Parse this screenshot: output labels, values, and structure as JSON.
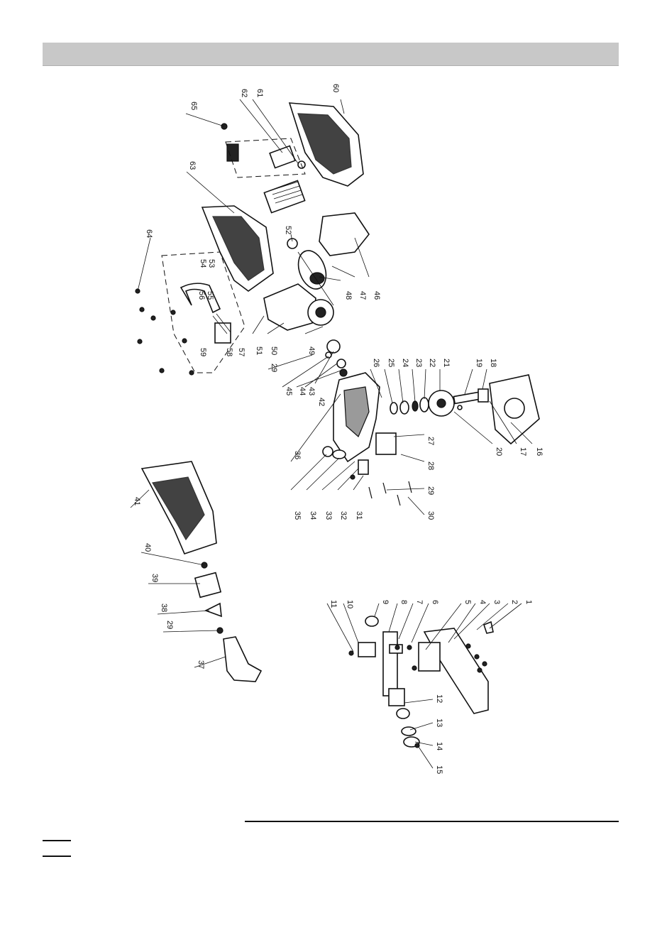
{
  "header": {
    "title": ""
  },
  "callouts": [
    {
      "id": "c1",
      "label": "1"
    },
    {
      "id": "c2",
      "label": "2"
    },
    {
      "id": "c3",
      "label": "3"
    },
    {
      "id": "c4",
      "label": "4"
    },
    {
      "id": "c5",
      "label": "5"
    },
    {
      "id": "c6",
      "label": "6"
    },
    {
      "id": "c7",
      "label": "7"
    },
    {
      "id": "c8",
      "label": "8"
    },
    {
      "id": "c9",
      "label": "9"
    },
    {
      "id": "c10",
      "label": "10"
    },
    {
      "id": "c11",
      "label": "11"
    },
    {
      "id": "c12",
      "label": "12"
    },
    {
      "id": "c13",
      "label": "13"
    },
    {
      "id": "c14",
      "label": "14"
    },
    {
      "id": "c15",
      "label": "15"
    },
    {
      "id": "c16",
      "label": "16"
    },
    {
      "id": "c17",
      "label": "17"
    },
    {
      "id": "c18",
      "label": "18"
    },
    {
      "id": "c19",
      "label": "19"
    },
    {
      "id": "c20",
      "label": "20"
    },
    {
      "id": "c21",
      "label": "21"
    },
    {
      "id": "c22",
      "label": "22"
    },
    {
      "id": "c23",
      "label": "23"
    },
    {
      "id": "c24",
      "label": "24"
    },
    {
      "id": "c25",
      "label": "25"
    },
    {
      "id": "c26",
      "label": "26"
    },
    {
      "id": "c27",
      "label": "27"
    },
    {
      "id": "c28",
      "label": "28"
    },
    {
      "id": "c29a",
      "label": "29"
    },
    {
      "id": "c29b",
      "label": "29"
    },
    {
      "id": "c29c",
      "label": "29"
    },
    {
      "id": "c29d",
      "label": "29"
    },
    {
      "id": "c30",
      "label": "30"
    },
    {
      "id": "c31",
      "label": "31"
    },
    {
      "id": "c32",
      "label": "32"
    },
    {
      "id": "c33",
      "label": "33"
    },
    {
      "id": "c34",
      "label": "34"
    },
    {
      "id": "c35",
      "label": "35"
    },
    {
      "id": "c36",
      "label": "36"
    },
    {
      "id": "c37",
      "label": "37"
    },
    {
      "id": "c38",
      "label": "38"
    },
    {
      "id": "c39",
      "label": "39"
    },
    {
      "id": "c40",
      "label": "40"
    },
    {
      "id": "c41",
      "label": "41"
    },
    {
      "id": "c42",
      "label": "42"
    },
    {
      "id": "c43",
      "label": "43"
    },
    {
      "id": "c44",
      "label": "44"
    },
    {
      "id": "c45",
      "label": "45"
    },
    {
      "id": "c46",
      "label": "46"
    },
    {
      "id": "c47",
      "label": "47"
    },
    {
      "id": "c48",
      "label": "48"
    },
    {
      "id": "c49",
      "label": "49"
    },
    {
      "id": "c50",
      "label": "50"
    },
    {
      "id": "c51",
      "label": "51"
    },
    {
      "id": "c52",
      "label": "52"
    },
    {
      "id": "c53",
      "label": "53"
    },
    {
      "id": "c54",
      "label": "54"
    },
    {
      "id": "c55",
      "label": "55"
    },
    {
      "id": "c56",
      "label": "56"
    },
    {
      "id": "c57",
      "label": "57"
    },
    {
      "id": "c58",
      "label": "58"
    },
    {
      "id": "c59",
      "label": "59"
    },
    {
      "id": "c60",
      "label": "60"
    },
    {
      "id": "c61",
      "label": "61"
    },
    {
      "id": "c62",
      "label": "62"
    },
    {
      "id": "c63",
      "label": "63"
    },
    {
      "id": "c64",
      "label": "64"
    },
    {
      "id": "c65",
      "label": "65"
    }
  ]
}
